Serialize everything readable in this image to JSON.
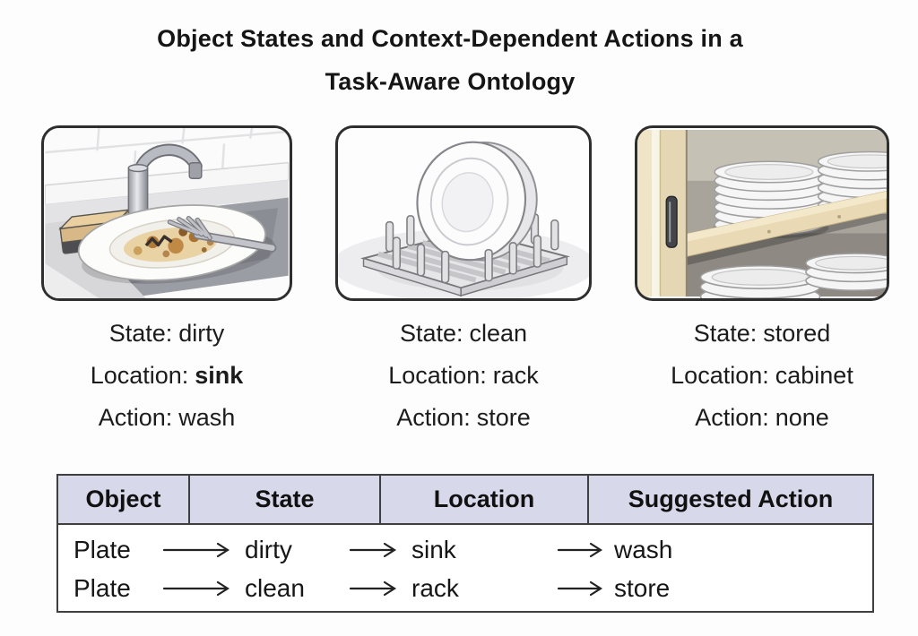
{
  "title": {
    "line1": "Object States and Context-Dependent Actions in a",
    "line2": "Task-Aware Ontology"
  },
  "panels": [
    {
      "illustration": "dirty plate with fork in kitchen sink, sponge and faucet",
      "state_label": "State:",
      "state_value": "dirty",
      "location_label": "Location:",
      "location_value": "sink",
      "action_label": "Action:",
      "action_value": "wash"
    },
    {
      "illustration": "clean plate standing in dish drying rack",
      "state_label": "State:",
      "state_value": "clean",
      "location_label": "Location:",
      "location_value": "rack",
      "action_label": "Action:",
      "action_value": "store"
    },
    {
      "illustration": "stacks of plates stored on cabinet shelf",
      "state_label": "State:",
      "state_value": "stored",
      "location_label": "Location:",
      "location_value": "cabinet",
      "action_label": "Action:",
      "action_value": "none"
    }
  ],
  "table": {
    "headers": [
      "Object",
      "State",
      "Location",
      "Suggested Action"
    ],
    "rows": [
      {
        "object": "Plate",
        "state": "dirty",
        "location": "sink",
        "action": "wash"
      },
      {
        "object": "Plate",
        "state": "clean",
        "location": "rack",
        "action": "store"
      }
    ]
  },
  "colors": {
    "header_bg": "#d7d8ea",
    "table_border": "#3f3f3f",
    "panel_border": "#2e2e2e",
    "text": "#1b1b1b",
    "cabinet_wood": "#e8dcc0",
    "background": "#fdfdfd"
  }
}
